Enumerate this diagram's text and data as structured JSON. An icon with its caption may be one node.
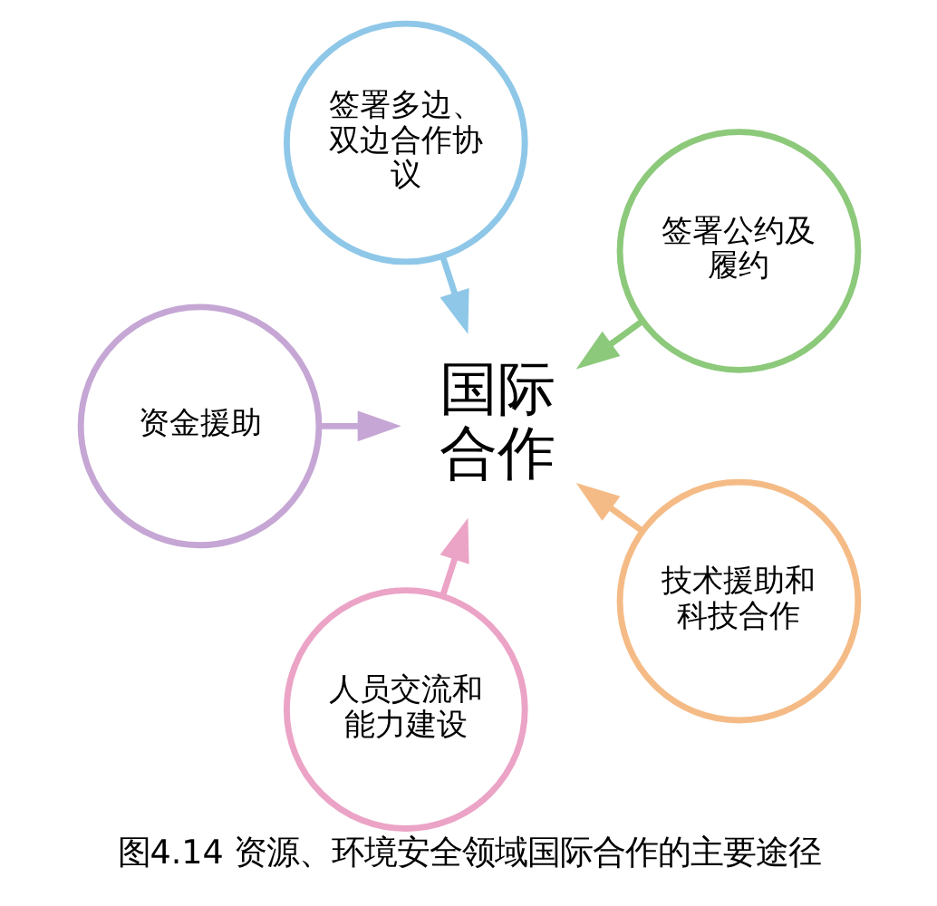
{
  "diagram": {
    "caption": "图4.14 资源、环境安全领域国际合作的主要途径",
    "nodes": [
      {
        "text": [
          "国际合作"
        ]
      },
      {
        "text": [
          "签署公约及履约"
        ]
      },
      {
        "text": [
          "签署多边、双边合作协议"
        ]
      },
      {
        "text": [
          "资金援助"
        ]
      },
      {
        "text": [
          "人员交流和能力建设"
        ]
      },
      {
        "text": [
          "技术援助和科技合作"
        ]
      }
    ],
    "edges": [
      {
        "from": 1,
        "to": 0,
        "arrow": "to",
        "color": "#8cc97a"
      },
      {
        "from": 2,
        "to": 0,
        "arrow": "to",
        "color": "#8ec7e8"
      },
      {
        "from": 3,
        "to": 0,
        "arrow": "to",
        "color": "#c5a6d4"
      },
      {
        "from": 4,
        "to": 0,
        "arrow": "to",
        "color": "#eba3c6"
      },
      {
        "from": 5,
        "to": 0,
        "arrow": "to",
        "color": "#f5bb86"
      }
    ]
  }
}
